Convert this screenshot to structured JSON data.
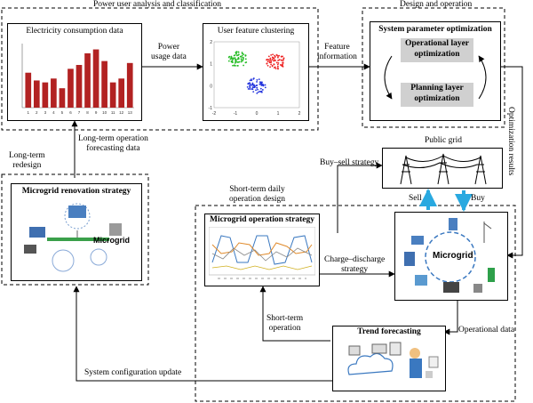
{
  "groups": {
    "power_user": "Power user analysis and classification",
    "design_operation": "Design and operation",
    "long_term_redesign": "Long-term\nredesign",
    "short_term_design": "Short-term daily\noperation design"
  },
  "boxes": {
    "electricity": "Electricity consumption data",
    "clustering": "User feature clustering",
    "sysparam": "System parameter optimization",
    "operational_layer": "Operational layer\noptimization",
    "planning_layer": "Planning layer\noptimization",
    "renovation": "Microgrid renovation strategy",
    "operation_strategy": "Microgrid operation strategy",
    "public_grid": "Public grid",
    "microgrid": "Microgrid",
    "microgrid_small": "Microgrid",
    "trend": "Trend forecasting"
  },
  "arrows": {
    "power_usage": "Power\nusage data",
    "feature_info": "Feature\ninformation",
    "optimization_results": "Optimization results",
    "long_term_forecast": "Long-term operation\nforecasting data",
    "buy_sell": "Buy–sell strategy",
    "sell": "Sell",
    "buy": "Buy",
    "charge_discharge": "Charge–discharge\nstrategy",
    "short_term_op": "Short-term\noperation",
    "operational_data": "Operational data",
    "sys_config": "System configuration update"
  },
  "chart_data": [
    {
      "type": "bar",
      "title": "Electricity consumption data",
      "values": [
        1.8,
        1.4,
        1.3,
        1.5,
        1.0,
        2.0,
        2.2,
        2.8,
        3.0,
        2.4,
        1.3,
        1.5,
        2.3
      ],
      "categories": [
        "1",
        "2",
        "3",
        "4",
        "5",
        "6",
        "7",
        "8",
        "9",
        "10",
        "11",
        "12",
        "13"
      ],
      "color": "#b22222"
    },
    {
      "type": "scatter",
      "title": "User feature clustering",
      "xlim": [
        -2,
        2
      ],
      "ylim": [
        -1,
        2
      ],
      "clusters": [
        {
          "color": "#22bb22",
          "center": [
            -0.9,
            1.2
          ]
        },
        {
          "color": "#ee2222",
          "center": [
            0.9,
            1.1
          ]
        },
        {
          "color": "#2233dd",
          "center": [
            0.0,
            0.0
          ]
        }
      ]
    }
  ],
  "colors": {
    "bar": "#b22222",
    "cyan_arrow": "#29a9e0",
    "grey_box": "#d0d0d0"
  }
}
